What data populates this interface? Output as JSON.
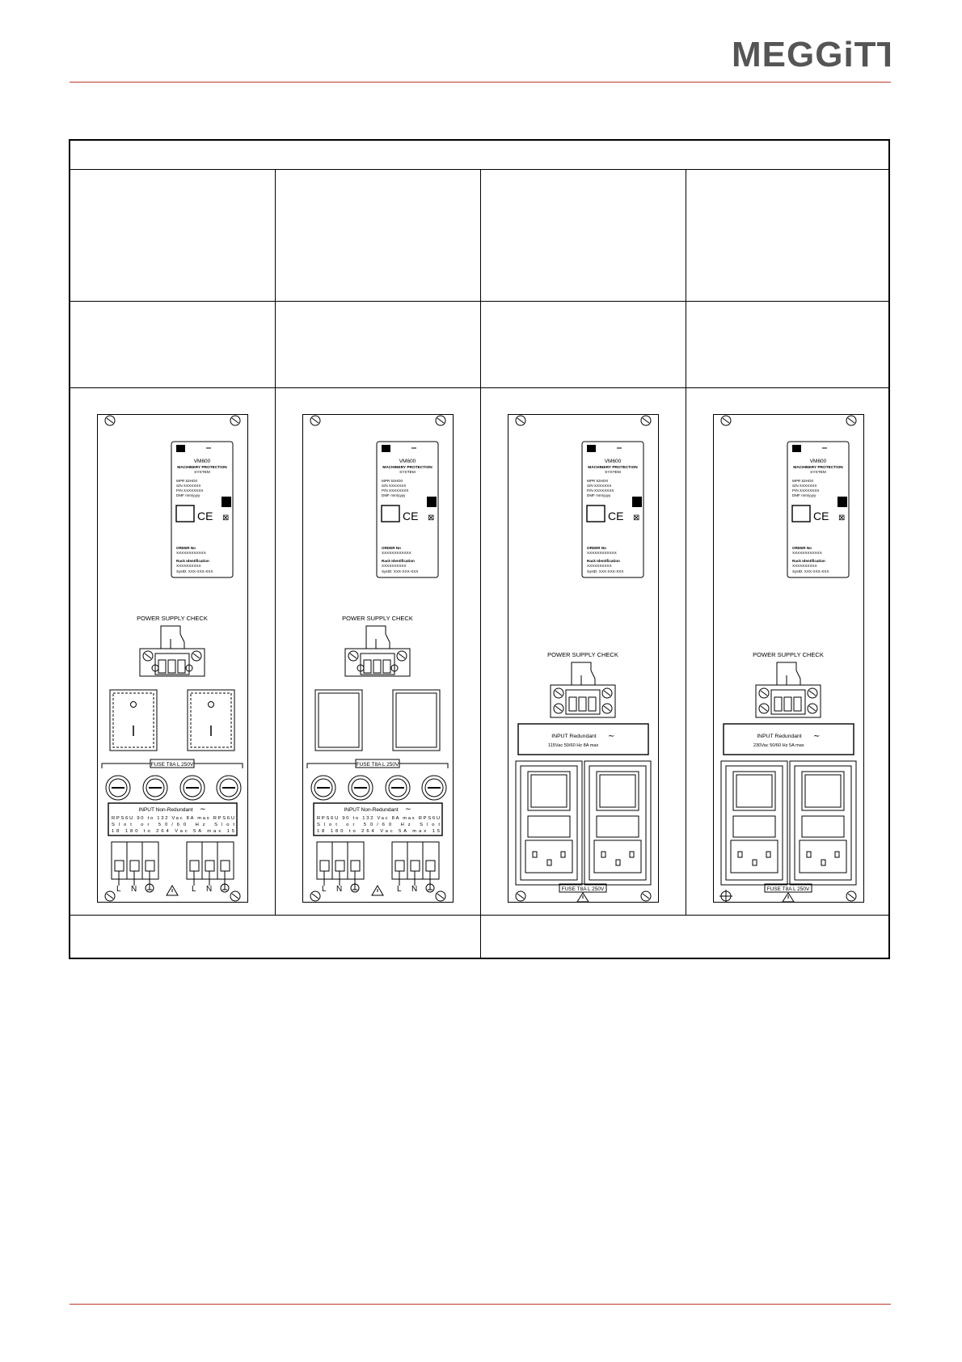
{
  "header": {
    "brand": "MEGGiTT"
  },
  "table": {
    "header_title": "",
    "row1": [
      "",
      "",
      "",
      ""
    ],
    "row2": [
      "",
      "",
      "",
      ""
    ],
    "footer": [
      "",
      ""
    ]
  },
  "panels": [
    {
      "label_lines": [
        "VM600",
        "MACHINERY PROTECTION",
        "SYSTEM",
        "MPR 53HO0",
        "S/N XXXXXXX",
        "P/N XXXXXXXX",
        "DMF mm/yyyy",
        "ORDER No",
        "XXXXXXXXXXXX",
        "Rack Identification",
        "XXXXXXXXXX",
        "SysID: XXX-XXX-XXX"
      ],
      "check_label": "POWER SUPPLY CHECK",
      "fuse_label": "FUSE T8A L 250V",
      "input_title": "INPUT Non-Redundant",
      "input_lines": [
        "RPS6U   90 to 132 Vac   8A max   RPS6U",
        "Slot        or       50/60 Hz   Slot",
        "18    180 to 264 Vac  5A max   15"
      ],
      "terminal_labels": [
        "L",
        "N",
        "L",
        "N"
      ]
    },
    {
      "label_lines": [
        "VM600",
        "MACHINERY PROTECTION",
        "SYSTEM",
        "MPR 53HO0",
        "S/N XXXXXXX",
        "P/N XXXXXXXX",
        "DMF mm/yyyy",
        "ORDER No",
        "XXXXXXXXXXXX",
        "Rack Identification",
        "XXXXXXXXXX",
        "SysID: XXX-XXX-XXX"
      ],
      "check_label": "POWER SUPPLY CHECK",
      "fuse_label": "FUSE T8A L 250V",
      "input_title": "INPUT Non-Redundant",
      "input_lines": [
        "RPS6U   90 to 132 Vac   8A max   RPS6U",
        "Slot        or       50/60 Hz   Slot",
        "18    180 to 264 Vac  5A max   15"
      ],
      "terminal_labels": [
        "L",
        "N",
        "L",
        "N"
      ]
    },
    {
      "label_lines": [
        "VM600",
        "MACHINERY PROTECTION",
        "SYSTEM",
        "MPR 53HO0",
        "S/N XXXXXXX",
        "P/N XXXXXXXX",
        "DMF mm/yyyy",
        "ORDER No",
        "XXXXXXXXXXXX",
        "Rack Identification",
        "XXXXXXXXXX",
        "SysID: XXX-XXX-XXX"
      ],
      "check_label": "POWER SUPPLY CHECK",
      "input_title": "INPUT Redundant",
      "input_line": "115Vac    50/60 Hz    8A max",
      "fuse_label": "FUSE T8A L 250V"
    },
    {
      "label_lines": [
        "VM600",
        "MACHINERY PROTECTION",
        "SYSTEM",
        "MPR 53HO0",
        "S/N XXXXXXX",
        "P/N XXXXXXXX",
        "DMF mm/yyyy",
        "ORDER No",
        "XXXXXXXXXXXX",
        "Rack Identification",
        "XXXXXXXXXX",
        "SysID: XXX-XXX-XXX"
      ],
      "check_label": "POWER SUPPLY CHECK",
      "input_title": "INPUT Redundant",
      "input_line": "230Vac    50/60 Hz    5A max",
      "fuse_label": "FUSE T8A L 250V"
    }
  ]
}
